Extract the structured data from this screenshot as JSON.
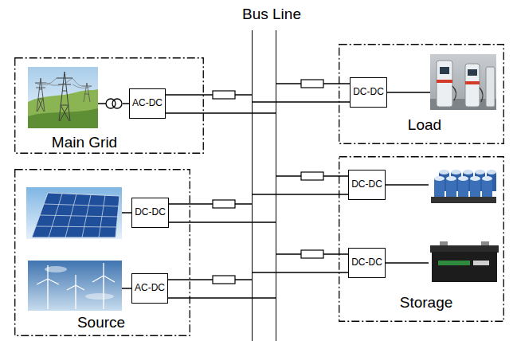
{
  "diagram": {
    "nodes": [
      {
        "text": [
          "Bus Line"
        ]
      },
      {
        "text": [
          "Main Grid"
        ]
      },
      {
        "text": [
          "AC-DC"
        ],
        "in": 1
      },
      {
        "text": [
          "Load"
        ]
      },
      {
        "text": [
          "DC-DC"
        ],
        "in": 3
      },
      {
        "text": [
          "Source"
        ]
      },
      {
        "text": [
          "DC-DC"
        ],
        "in": 5
      },
      {
        "text": [
          "AC-DC"
        ],
        "in": 5
      },
      {
        "text": [
          "Storage"
        ]
      },
      {
        "text": [
          "DC-DC"
        ],
        "in": 8
      },
      {
        "text": [
          "DC-DC"
        ],
        "in": 8
      }
    ],
    "edges": [
      {
        "from": 2,
        "to": 0,
        "arrow": "none"
      },
      {
        "from": 0,
        "to": 4,
        "arrow": "none"
      },
      {
        "from": 6,
        "to": 0,
        "arrow": "none"
      },
      {
        "from": 7,
        "to": 0,
        "arrow": "none"
      },
      {
        "from": 0,
        "to": 9,
        "arrow": "none"
      },
      {
        "from": 0,
        "to": 10,
        "arrow": "none"
      }
    ]
  }
}
